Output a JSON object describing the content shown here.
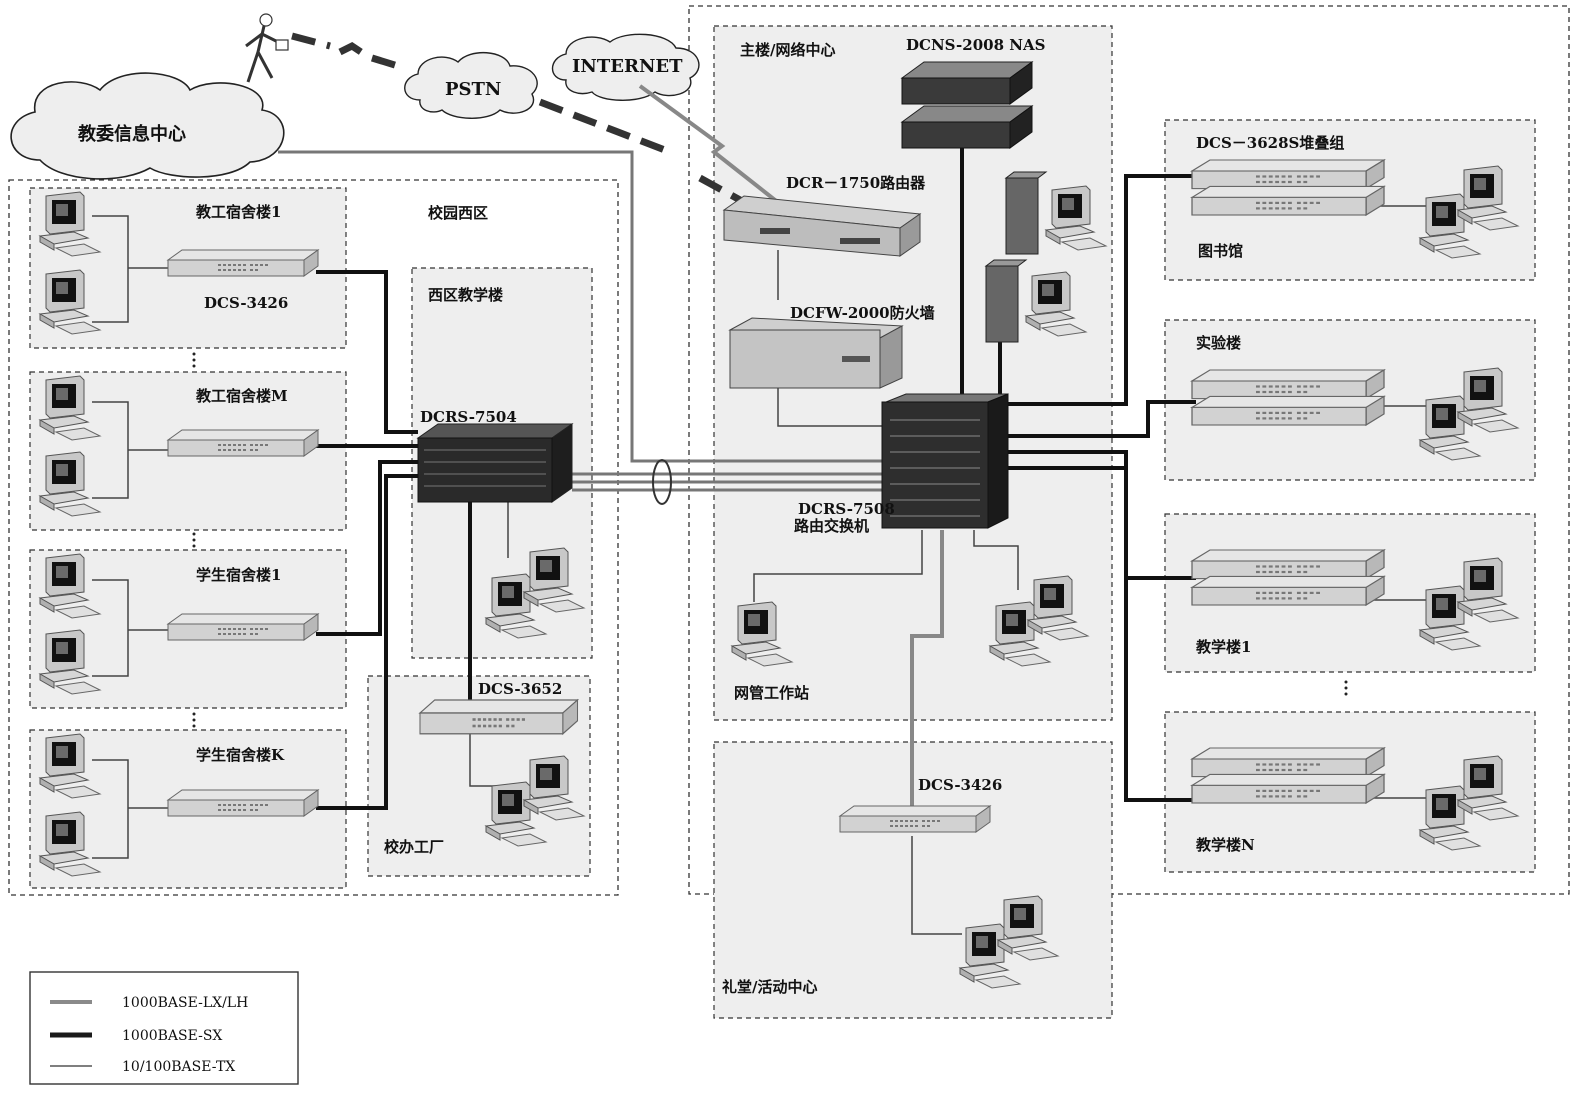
{
  "clouds": {
    "edu_center": "教委信息中心",
    "pstn": "PSTN",
    "internet": "INTERNET"
  },
  "zones": {
    "west_campus": "校园西区",
    "west_teaching": "西区教学楼",
    "factory": "校办工厂",
    "main_building": "主楼/网络中心",
    "auditorium": "礼堂/活动中心"
  },
  "west_groups": [
    "教工宿舍楼1",
    "教工宿舍楼M",
    "学生宿舍楼1",
    "学生宿舍楼K"
  ],
  "east_groups": [
    "DCS－3628S堆叠组",
    "实验楼",
    "教学楼1",
    "教学楼N"
  ],
  "east_group_sublabel": "图书馆",
  "devices": {
    "dcs3426_west": "DCS-3426",
    "dcrs7504": "DCRS-7504",
    "dcs3652": "DCS-3652",
    "router": "DCR－1750路由器",
    "firewall": "DCFW-2000防火墙",
    "nas": "DCNS-2008 NAS",
    "core_line1": "DCRS-7508",
    "core_line2": "路由交换机",
    "nms": "网管工作站",
    "dcs3426_aud": "DCS-3426"
  },
  "legend": [
    {
      "label": "1000BASE-LX/LH",
      "color": "#8a8a8a",
      "width": 4
    },
    {
      "label": "1000BASE-SX",
      "color": "#1a1a1a",
      "width": 5
    },
    {
      "label": "10/100BASE-TX",
      "color": "#555555",
      "width": 1.5
    }
  ],
  "colors": {
    "zone_fill": "#eeeeee",
    "zone_border": "#333333",
    "device_light": "#d4d4d4",
    "device_dark": "#2a2a2a"
  }
}
